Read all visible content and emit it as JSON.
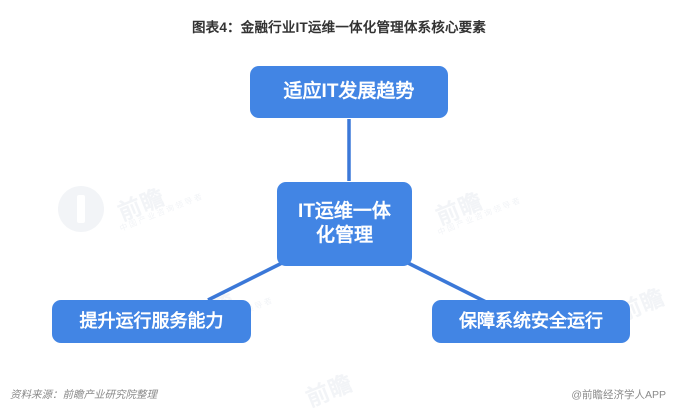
{
  "title": "图表4：金融行业IT运维一体化管理体系核心要素",
  "colors": {
    "node_fill": "#4285e4",
    "node_text": "#ffffff",
    "connector": "#3b78d8",
    "title_text": "#333333",
    "footer_text": "#8a8a8a",
    "background": "#ffffff",
    "watermark": "#f2f4f7"
  },
  "diagram": {
    "type": "hub-and-spoke",
    "center": {
      "id": "center",
      "label": "IT运维一体化管理",
      "lines": [
        "IT运维一体",
        "化管理"
      ]
    },
    "nodes": [
      {
        "id": "top",
        "label": "适应IT发展趋势",
        "position": "top"
      },
      {
        "id": "left",
        "label": "提升运行服务能力",
        "position": "bottom-left"
      },
      {
        "id": "right",
        "label": "保障系统安全运行",
        "position": "bottom-right"
      }
    ],
    "connectors": [
      {
        "from": "center",
        "to": "top",
        "style": "straight-vertical"
      },
      {
        "from": "center",
        "to": "left",
        "style": "diagonal"
      },
      {
        "from": "center",
        "to": "right",
        "style": "diagonal"
      }
    ]
  },
  "watermarks": {
    "brand": "前瞻",
    "sub": "中国产业咨询领导者"
  },
  "footer": {
    "source": "资料来源：前瞻产业研究院整理",
    "brand": "@前瞻经济学人APP"
  }
}
